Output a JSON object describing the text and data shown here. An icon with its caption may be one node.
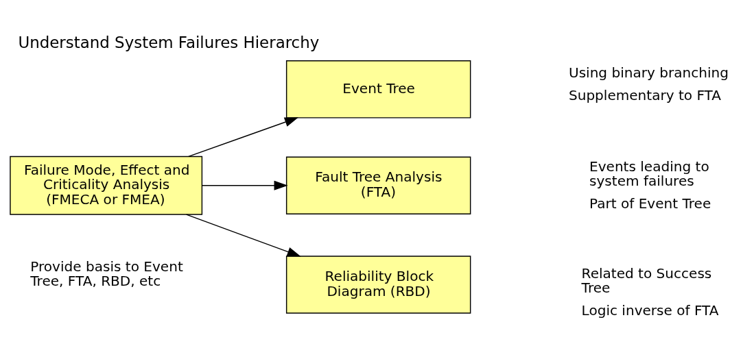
{
  "diagram": {
    "title": "Understand System Failures Hierarchy",
    "nodes": [
      {
        "text": [
          "Failure Mode, Effect and Criticality Analysis (FMECA or FMEA)"
        ],
        "beside": [
          "Provide basis to Event Tree, FTA, RBD, etc"
        ]
      },
      {
        "text": [
          "Event Tree"
        ],
        "beside": [
          "Using binary branching",
          "Supplementary to FTA"
        ]
      },
      {
        "text": [
          "Fault Tree Analysis (FTA)"
        ],
        "beside": [
          "Events leading to system failures",
          "Part of Event Tree"
        ]
      },
      {
        "text": [
          "Reliability Block Diagram (RBD)"
        ],
        "beside": [
          "Related to Success Tree",
          "Logic inverse of FTA"
        ]
      }
    ],
    "edges": [
      {
        "from": 0,
        "to": 1,
        "arrow": "to"
      },
      {
        "from": 0,
        "to": 2,
        "arrow": "to"
      },
      {
        "from": 0,
        "to": 3,
        "arrow": "to"
      }
    ]
  }
}
